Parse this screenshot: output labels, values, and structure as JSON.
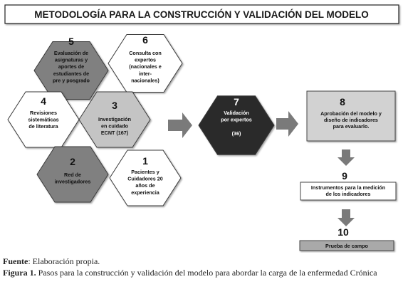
{
  "title": "METODOLOGÍA PARA LA CONSTRUCCIÓN Y VALIDACIÓN DEL MODELO",
  "colors": {
    "dark": "#808080",
    "light": "#c4c4c4",
    "white": "#ffffff",
    "border": "#3a3a3a",
    "validation": "#2a2a2a"
  },
  "steps": {
    "s1": {
      "num": "1",
      "lines": [
        "Pacientes y",
        "Cuidadores 20",
        "años de",
        "experiencia"
      ]
    },
    "s2": {
      "num": "2",
      "lines": [
        "Red de",
        "investigadores"
      ]
    },
    "s3": {
      "num": "3",
      "lines": [
        "Investigación",
        "en cuidado",
        "ECNT (167)"
      ]
    },
    "s4": {
      "num": "4",
      "lines": [
        "Revisiones",
        "sistemáticas",
        "de literatura"
      ]
    },
    "s5": {
      "num": "5",
      "lines": [
        "Evaluación de",
        "asignaturas y",
        "aportes de",
        "estudiantes de",
        "pre y posgrado"
      ]
    },
    "s6": {
      "num": "6",
      "lines": [
        "Consulta con",
        "expertos",
        "(nacionales e",
        "inter-",
        "nacionales)"
      ]
    },
    "s7": {
      "num": "7",
      "lines": [
        "Validación",
        "por expertos",
        "",
        "(36)"
      ]
    },
    "s8": {
      "num": "8",
      "lines": [
        "Aprobación del modelo y",
        "diseño de indicadores",
        "para evaluarlo."
      ]
    },
    "s9": {
      "num": "9",
      "lines": [
        "Instrumentos para la medición",
        "de los indicadores"
      ]
    },
    "s10": {
      "num": "10",
      "lines": [
        "Prueba de campo"
      ]
    }
  },
  "caption": {
    "source_label": "Fuente",
    "source_text": ": Elaboración propia.",
    "figure_label": "Figura 1.",
    "figure_text": "  Pasos para la construcción y validación del modelo para abordar la carga de la enfermedad Crónica"
  }
}
